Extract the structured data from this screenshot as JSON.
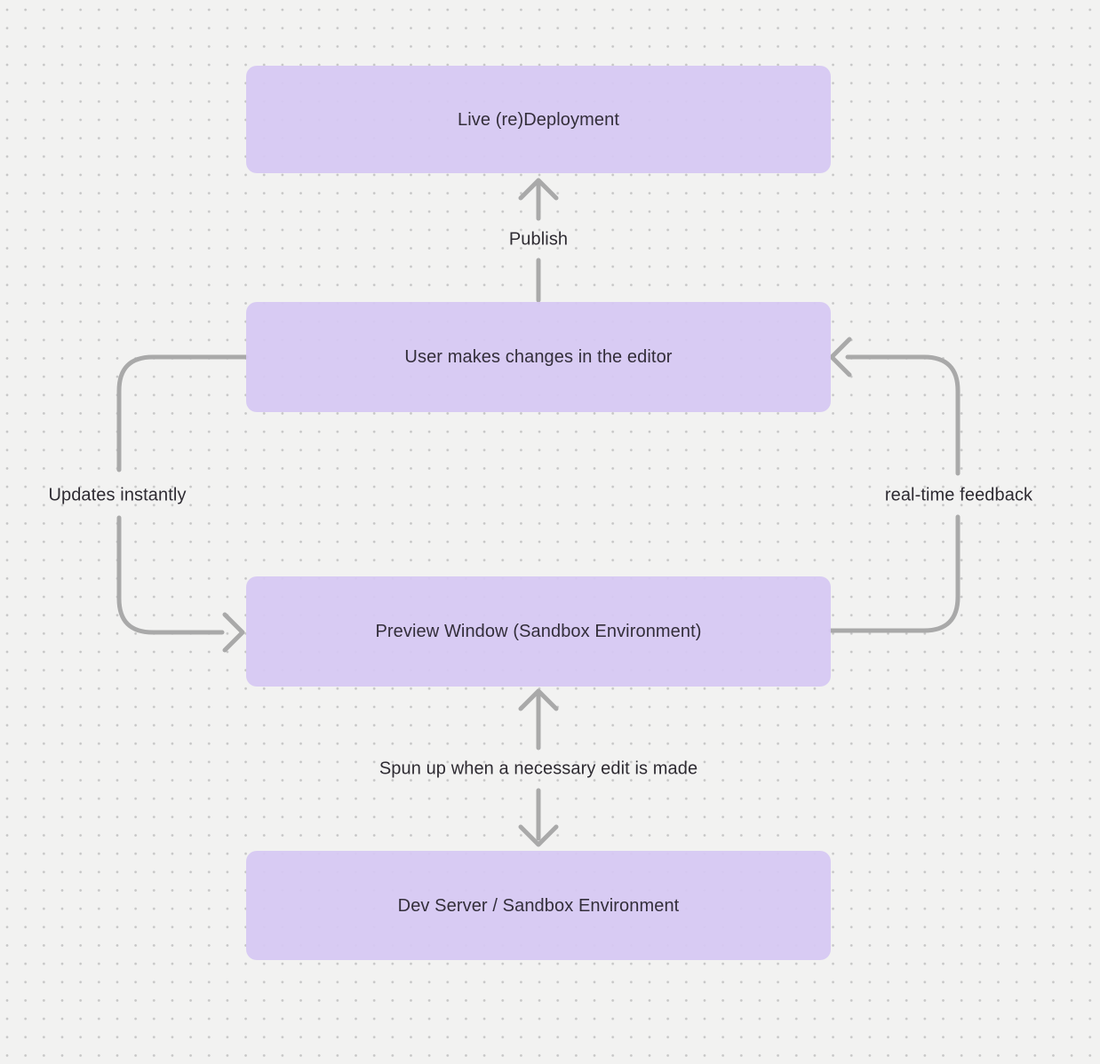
{
  "diagram": {
    "type": "flowchart",
    "background_color": "#f2f2f1",
    "dot_grid_color": "#c6c6c6",
    "node_fill_color": "#d6c8f3",
    "node_text_color": "#332e3a",
    "arrow_color": "#a9a9a9",
    "nodes": [
      {
        "id": "live-redeployment",
        "label": "Live (re)Deployment"
      },
      {
        "id": "user-editor",
        "label": "User makes changes in the editor"
      },
      {
        "id": "preview-window",
        "label": "Preview Window (Sandbox Environment)"
      },
      {
        "id": "dev-server",
        "label": "Dev Server / Sandbox Environment"
      }
    ],
    "edges": [
      {
        "label": "Publish",
        "from": "user-editor",
        "to": "live-redeployment",
        "direction": "up"
      },
      {
        "label": "Updates instantly",
        "from": "user-editor",
        "to": "preview-window",
        "direction": "left-loop-down"
      },
      {
        "label": "real-time feedback",
        "from": "preview-window",
        "to": "user-editor",
        "direction": "right-loop-up"
      },
      {
        "label": "Spun up when a necessary edit is made",
        "from": "preview-window",
        "to": "dev-server",
        "direction": "bidirectional"
      }
    ]
  }
}
